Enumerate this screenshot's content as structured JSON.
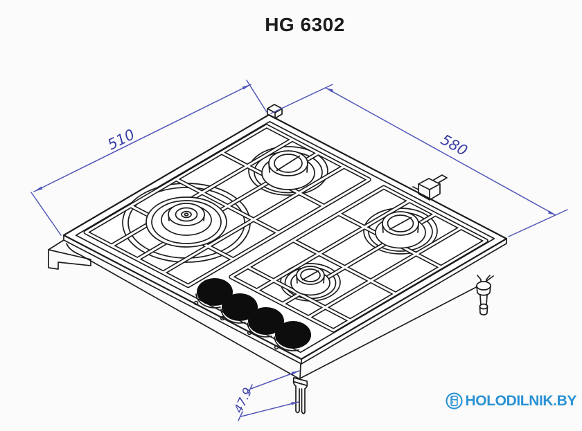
{
  "page_title": "HG 6302",
  "dimensions": {
    "depth_mm": "510",
    "width_mm": "580",
    "height_mm": "47.9"
  },
  "logo": {
    "text": "HOLODILNIK.BY",
    "icon": "fridge-icon",
    "color": "#2b92d4"
  },
  "colors": {
    "background": "#fbfbfb",
    "drawing_line": "#1d1d1d",
    "dimension_line": "#5156b8",
    "dimension_text": "#3b3fa6",
    "title_text": "#1c1c1c"
  }
}
